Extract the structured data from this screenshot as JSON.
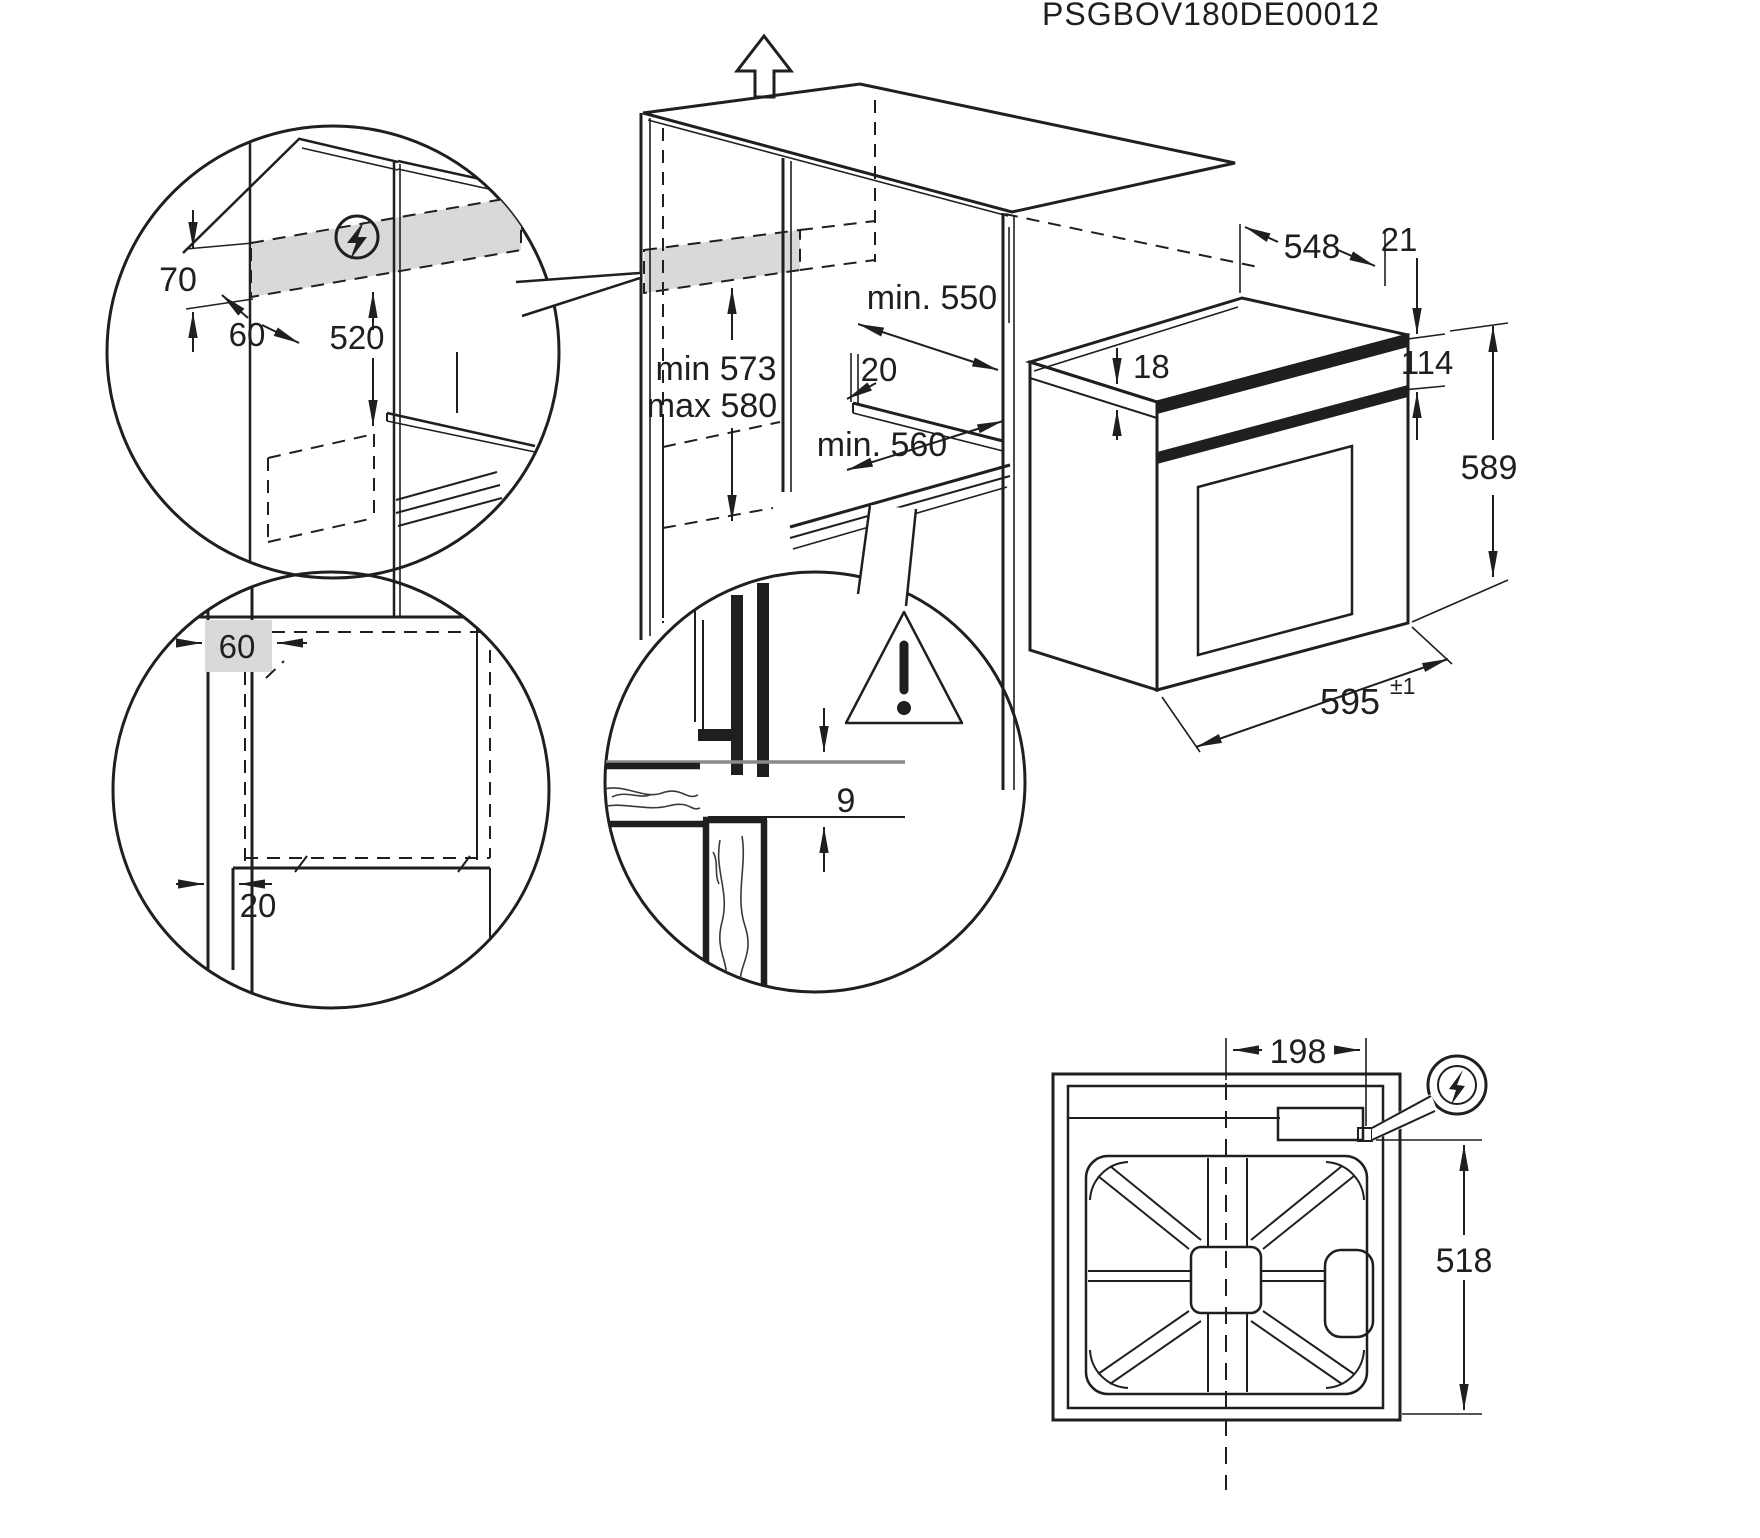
{
  "title": {
    "model_code": "PSGBOV180DE00012"
  },
  "colors": {
    "line": "#1f1f1f",
    "shade": "#d9d9d9",
    "gray_line": "#8a8a8a",
    "background": "#ffffff"
  },
  "icons": {
    "electrical_top": "electrical-connection-icon",
    "electrical_rear": "electrical-connection-icon",
    "warning": "warning-icon",
    "direction": "up-arrow-icon"
  },
  "labels": {
    "detail_top": {
      "h70": "70",
      "d60": "60",
      "v520": "520"
    },
    "cabinet": {
      "h_min": "min 573",
      "h_max": "max 580",
      "depth_min": "min. 550",
      "gap20": "20",
      "width_min": "min. 560"
    },
    "oven": {
      "d548": "548",
      "g21": "21",
      "t18": "18",
      "p114": "114",
      "h589": "589",
      "w595": "595",
      "tol": "±1"
    },
    "detail_bottom": {
      "side60": "60",
      "front20": "20"
    },
    "vent": {
      "gap9": "9"
    },
    "rear": {
      "off198": "198",
      "h518": "518"
    }
  }
}
